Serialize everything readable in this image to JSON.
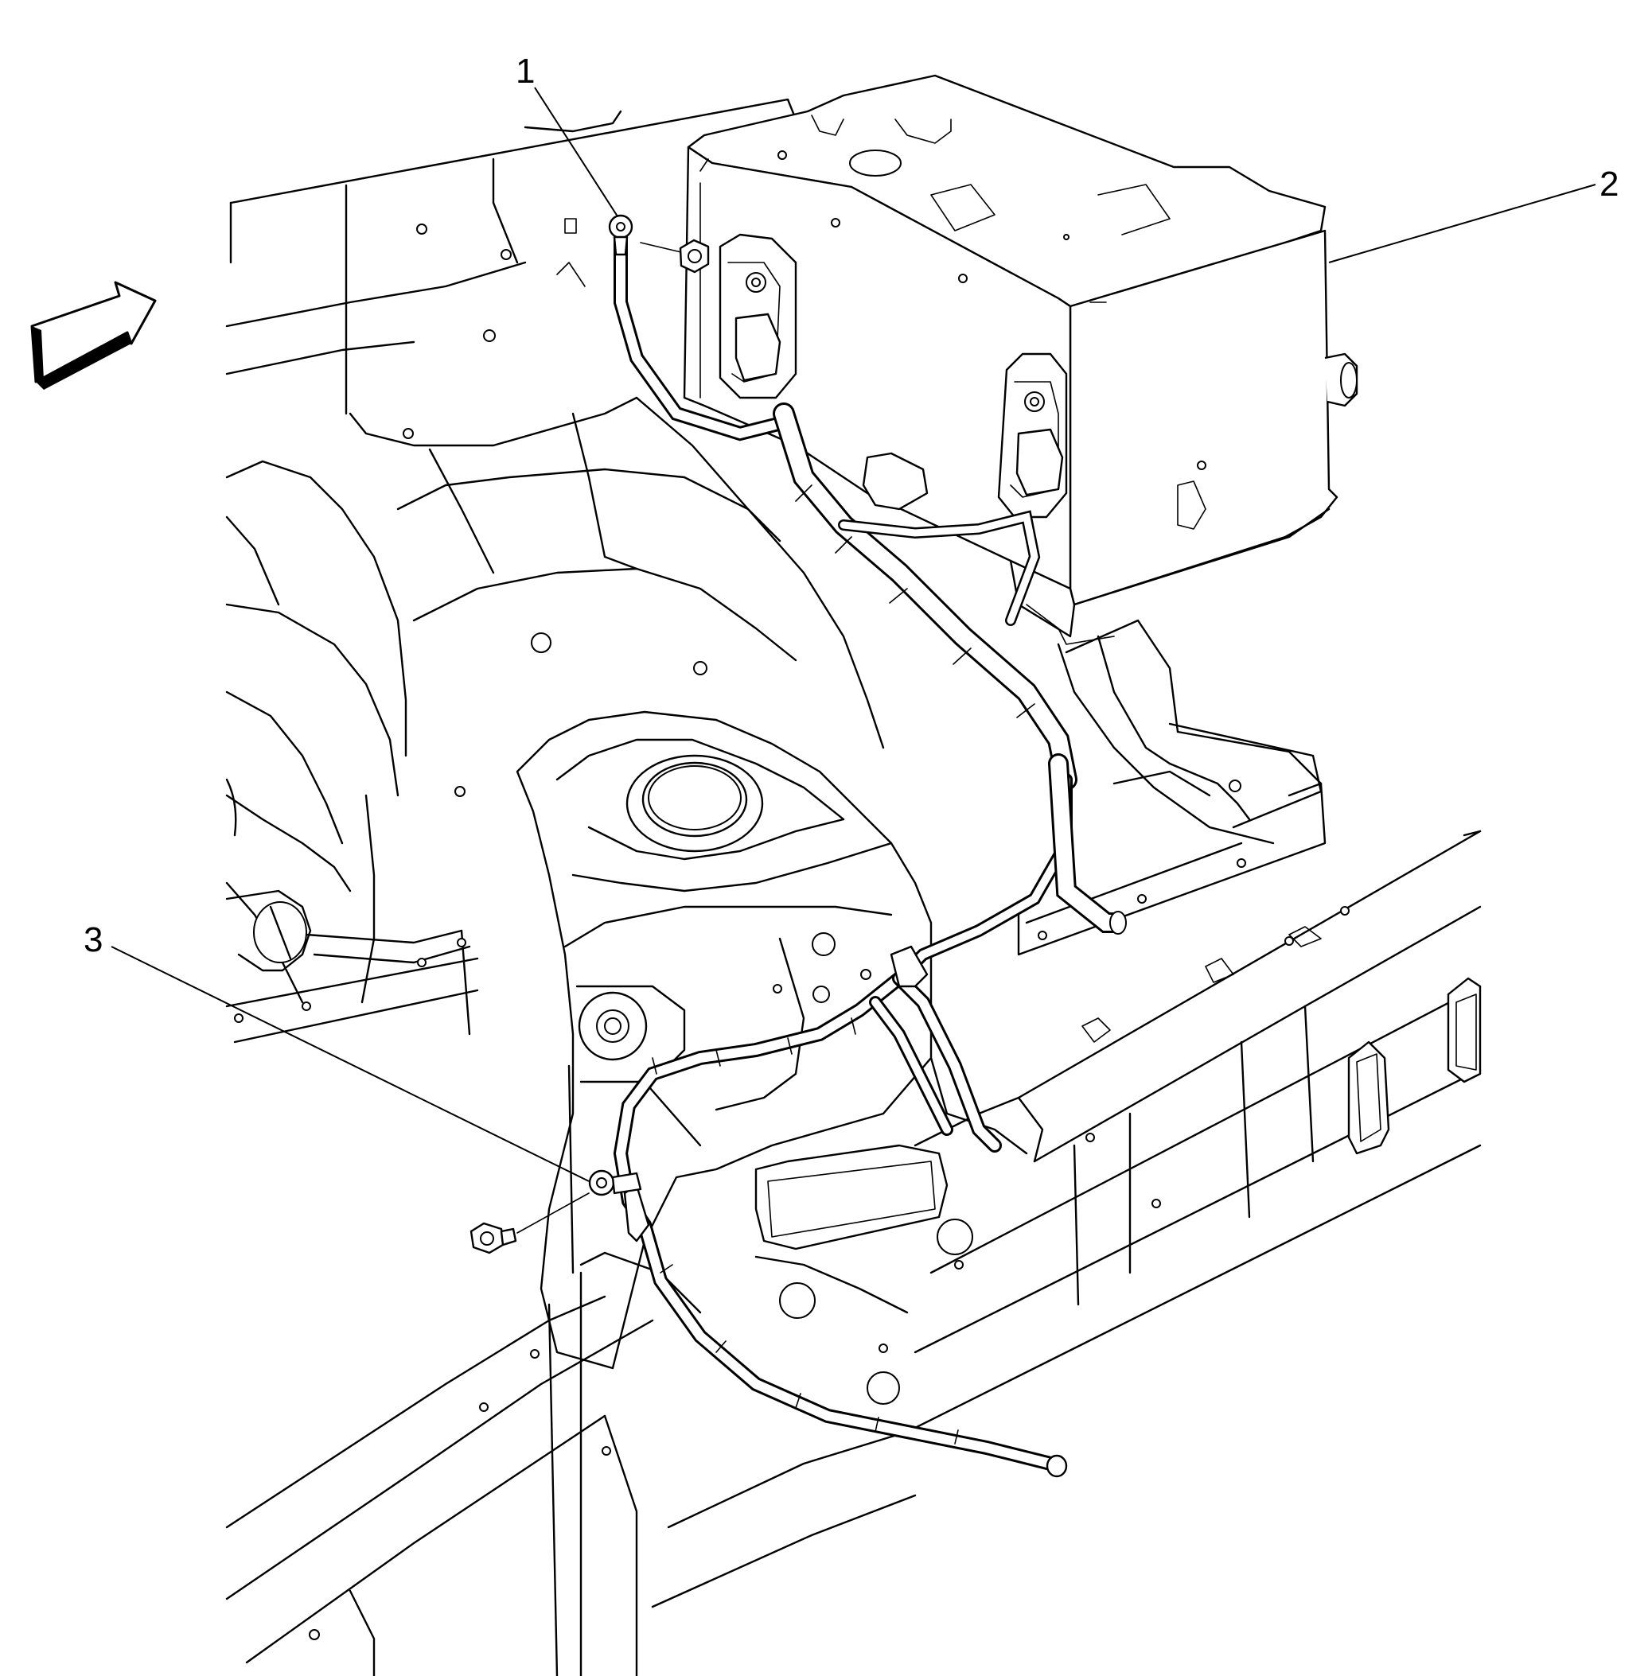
{
  "callouts": [
    {
      "id": "1",
      "label": "1"
    },
    {
      "id": "2",
      "label": "2"
    },
    {
      "id": "3",
      "label": "3"
    }
  ],
  "icons": {
    "direction_arrow": "forward-direction-arrow-icon"
  },
  "colors": {
    "line": "#000000",
    "background": "#ffffff"
  }
}
